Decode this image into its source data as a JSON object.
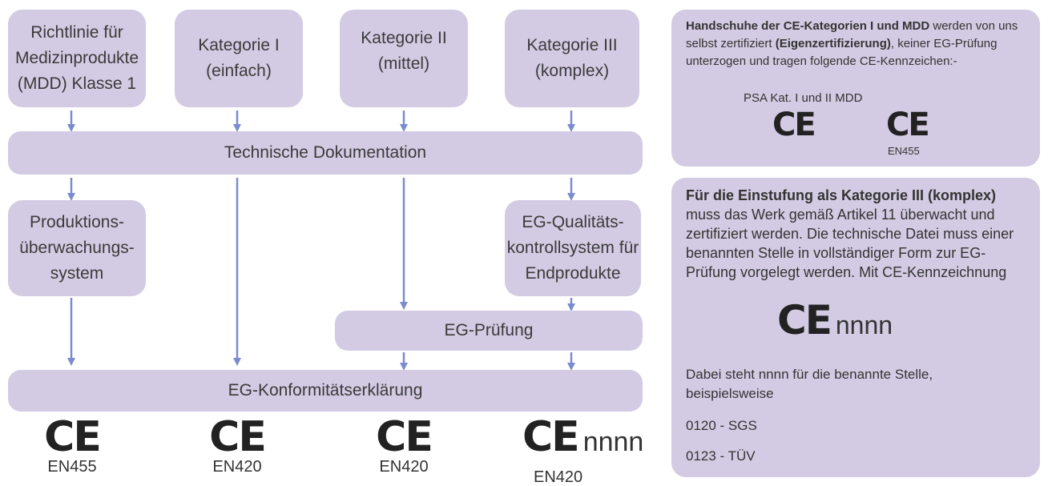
{
  "diagram": {
    "categories": [
      {
        "lines": [
          "Richtlinie für",
          "Medizinprodukte",
          "(MDD) Klasse 1"
        ]
      },
      {
        "lines": [
          "Kategorie I",
          "(einfach)"
        ]
      },
      {
        "lines": [
          "Kategorie II",
          "(mittel)"
        ]
      },
      {
        "lines": [
          "Kategorie III",
          "(komplex)"
        ]
      }
    ],
    "tech_doc": "Technische Dokumentation",
    "production_monitoring": [
      "Produktions-",
      "überwachungs-",
      "system"
    ],
    "quality_control": [
      "EG-Qualitäts-",
      "kontrollsystem für",
      "Endprodukte"
    ],
    "eg_pruefung": "EG-Prüfung",
    "conformity": "EG-Konformitätserklärung",
    "ce_marks": [
      {
        "mark": "CE",
        "suffix": "",
        "code": "EN455"
      },
      {
        "mark": "CE",
        "suffix": "",
        "code": "EN420"
      },
      {
        "mark": "CE",
        "suffix": "",
        "code": "EN420"
      },
      {
        "mark": "CE",
        "suffix": "nnnn",
        "code": "EN420"
      }
    ],
    "arrow_color": "#7a8ccf",
    "box_color": "#d3cbe3"
  },
  "panel_top": {
    "bold_lead": "Handschuhe der CE-Kategorien I und MDD",
    "text_1": " werden von uns selbst zertifiziert ",
    "bold_mid": "(Eigenzertifizierung)",
    "text_2": ", keiner EG-Prüfung unterzogen und tragen folgende CE-Kennzeichen:-",
    "label": "PSA Kat. I und II MDD",
    "mark_1": "CE",
    "mark_2": "CE",
    "mark_2_code": "EN455"
  },
  "panel_bottom": {
    "bold_lead": "Für die Einstufung als Kategorie III (komplex)",
    "text": "muss das Werk gemäß Artikel 11 überwacht und zertifiziert werden. Die technische Datei muss einer benannten Stelle in vollständiger Form zur EG-Prüfung vorgelegt werden. Mit CE-Kennzeichnung",
    "mark": "CE",
    "mark_suffix": "nnnn",
    "note": "Dabei steht nnnn für die benannte Stelle, beispielsweise",
    "examples": [
      "0120 - SGS",
      "0123 - TÜV"
    ]
  }
}
